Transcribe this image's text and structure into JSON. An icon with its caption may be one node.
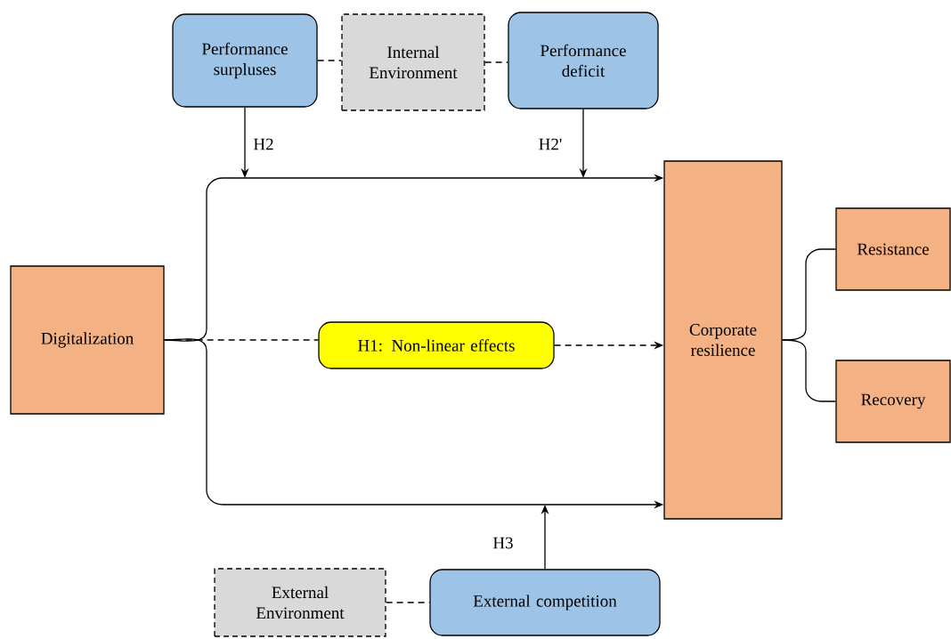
{
  "diagram": {
    "nodes": [
      {
        "text": [
          "Performance surpluses"
        ]
      },
      {
        "text": [
          "Internal Environment"
        ]
      },
      {
        "text": [
          "Performance deficit"
        ]
      },
      {
        "text": [
          "Digitalization"
        ]
      },
      {
        "text": [
          "H1: Non-linear effects"
        ]
      },
      {
        "text": [
          "Corporate resilience"
        ]
      },
      {
        "text": [
          "Resistance"
        ]
      },
      {
        "text": [
          "Recovery"
        ]
      },
      {
        "text": [
          "External Environment"
        ]
      },
      {
        "text": [
          "External competition"
        ]
      }
    ],
    "edges": [
      {
        "from": 0,
        "to": 1,
        "arrow": "none",
        "style": "dashed"
      },
      {
        "from": 1,
        "to": 2,
        "arrow": "none",
        "style": "dashed"
      },
      {
        "from": 3,
        "to": 5,
        "arrow": "to"
      },
      {
        "from": 3,
        "to": 4,
        "arrow": "none",
        "style": "dashed"
      },
      {
        "from": 4,
        "to": 5,
        "arrow": "to",
        "style": "dashed"
      },
      {
        "from": 3,
        "to": 5,
        "arrow": "to"
      },
      {
        "from": 0,
        "to": null,
        "arrow": "to",
        "label": "H2"
      },
      {
        "from": 2,
        "to": null,
        "arrow": "to",
        "label": "H2'"
      },
      {
        "from": 9,
        "to": null,
        "arrow": "to",
        "label": "H3"
      },
      {
        "from": 8,
        "to": 9,
        "arrow": "none",
        "style": "dashed"
      },
      {
        "from": 5,
        "to": 6,
        "arrow": "none"
      },
      {
        "from": 5,
        "to": 7,
        "arrow": "none"
      }
    ]
  }
}
